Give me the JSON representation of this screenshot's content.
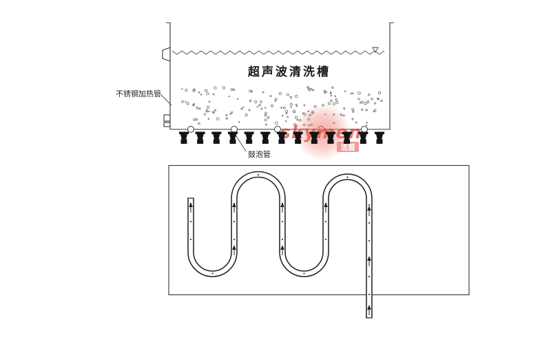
{
  "diagram": {
    "tank": {
      "title": "超声波清洗槽",
      "heater_label": "不锈钢加热管",
      "bubbler_label": "鼓泡管",
      "bubble_count": 150,
      "transducer_count": 13,
      "pipe_port_count": 5
    },
    "watermark": {
      "brand": "skymen",
      "cjk": "洁盟",
      "brand_color": "#d93a2e",
      "glow_color": "#ef8478",
      "tag_color": "#e4685e"
    },
    "colors": {
      "line": "#333333",
      "transducer": "#141414",
      "background": "#ffffff"
    }
  }
}
